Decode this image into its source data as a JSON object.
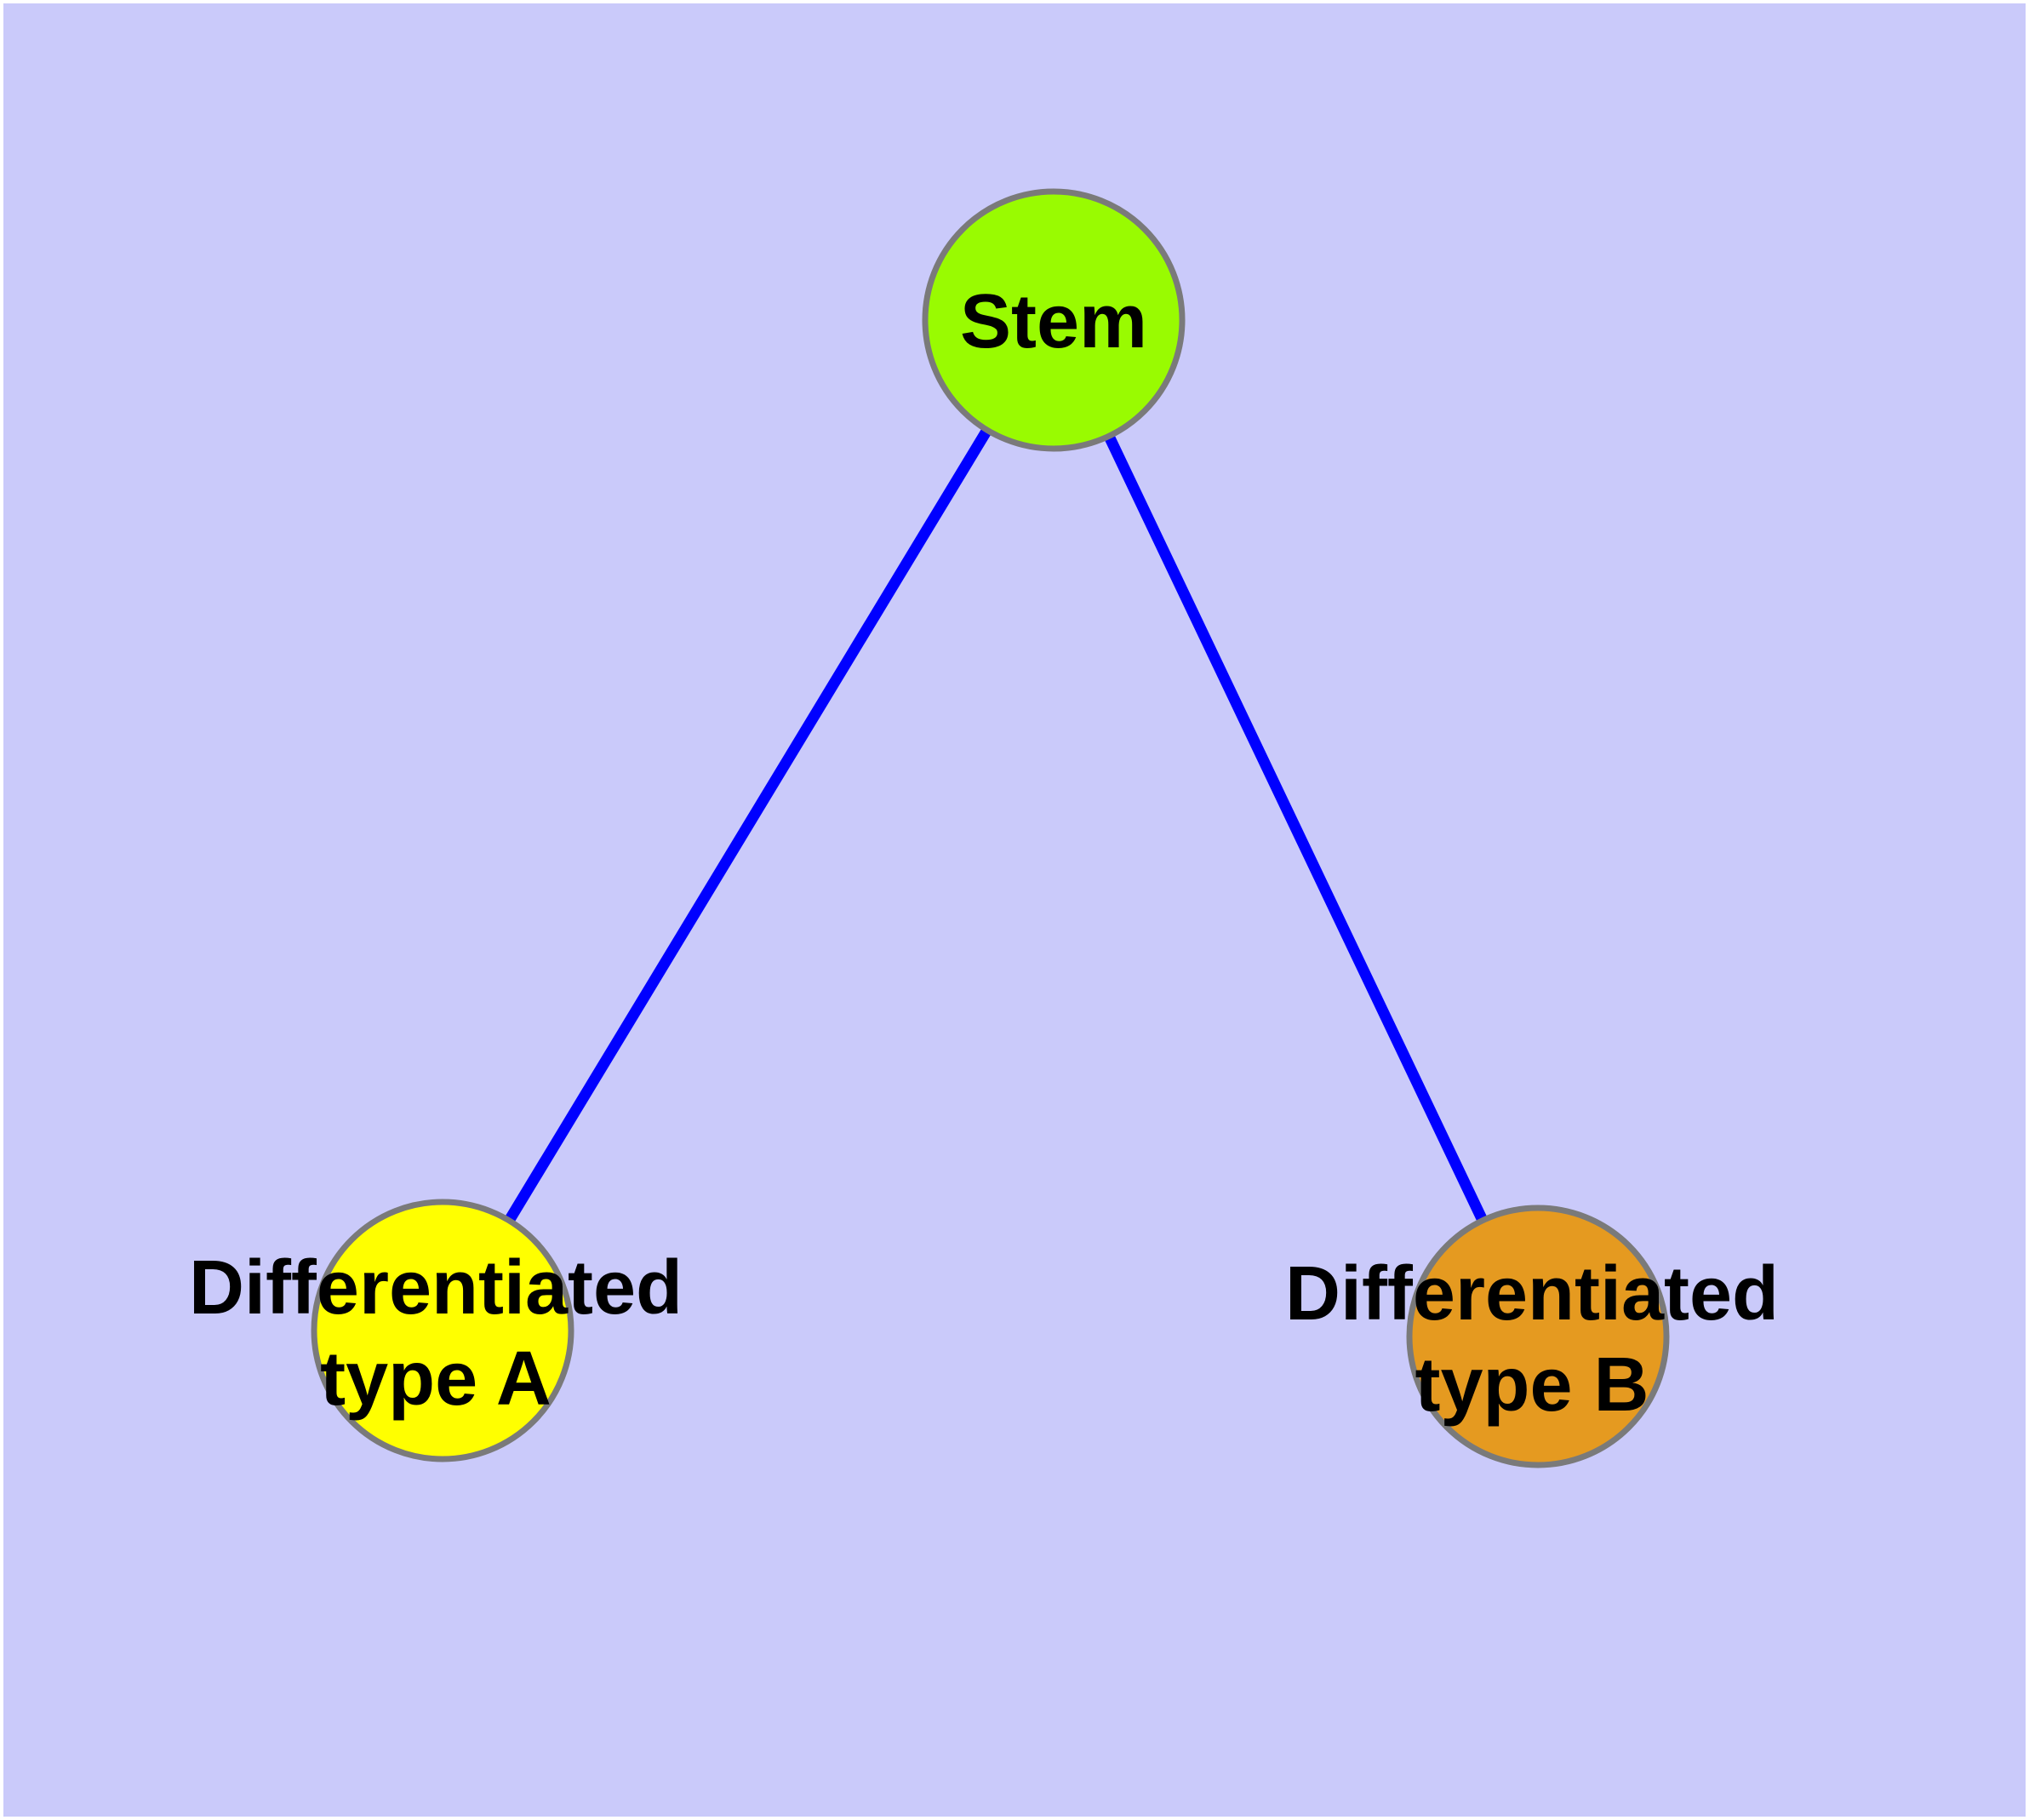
{
  "style": {
    "frame_color": "#FFFFFF",
    "background": "#CACAFA",
    "edge_color": "#0000FF",
    "node_border_color": "#7A7A7A",
    "label_color": "#000000"
  },
  "nodes": {
    "stem": {
      "label": "Stem",
      "color": "#99FB01"
    },
    "type_a": {
      "label_line1": "Differentiated",
      "label_line2": "type A",
      "color": "#FFFF00"
    },
    "type_b": {
      "label_line1": "Differentiated",
      "label_line2": "type B",
      "color": "#E59A20"
    }
  },
  "edges": [
    {
      "from": "Stem",
      "to": "Differentiated type A"
    },
    {
      "from": "Stem",
      "to": "Differentiated type B"
    }
  ]
}
